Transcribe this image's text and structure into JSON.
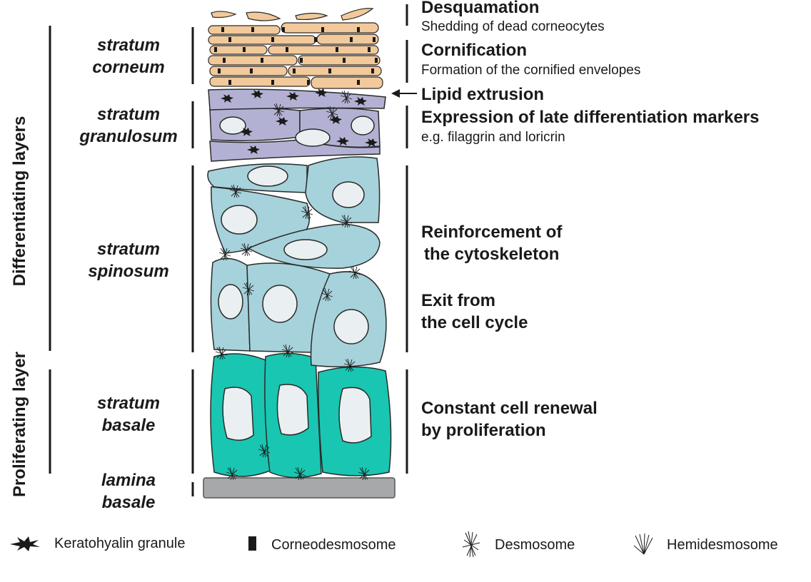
{
  "side_labels": {
    "differentiating": "Differentiating layers",
    "proliferating": "Proliferating layer"
  },
  "layers": [
    {
      "line1": "stratum",
      "line2": "corneum"
    },
    {
      "line1": "stratum",
      "line2": "granulosum"
    },
    {
      "line1": "stratum",
      "line2": "spinosum"
    },
    {
      "line1": "stratum",
      "line2": "basale"
    },
    {
      "line1": "lamina",
      "line2": "basale"
    }
  ],
  "processes": {
    "desquamation": {
      "title": "Desquamation",
      "detail": "Shedding of dead corneocytes"
    },
    "cornification": {
      "title": "Cornification",
      "detail": "Formation of the cornified envelopes"
    },
    "lipid_extrusion": {
      "title": "Lipid extrusion"
    },
    "late_markers": {
      "title": "Expression of late differentiation markers",
      "detail": "e.g. filaggrin and loricrin"
    },
    "cytoskeleton": {
      "line1": "Reinforcement of",
      "line2": "the cytoskeleton"
    },
    "cell_cycle": {
      "line1": "Exit from",
      "line2": "the cell cycle"
    },
    "renewal": {
      "line1": "Constant cell renewal",
      "line2": "by proliferation"
    }
  },
  "legend": [
    {
      "icon": "keratohyalin-granule-icon",
      "label": "Keratohyalin granule"
    },
    {
      "icon": "corneodesmosome-icon",
      "label": "Corneodesmosome"
    },
    {
      "icon": "desmosome-icon",
      "label": "Desmosome"
    },
    {
      "icon": "hemidesmosome-icon",
      "label": "Hemidesmosome"
    }
  ],
  "colors": {
    "corneum": "#f2c99a",
    "granulosum": "#b3b1d3",
    "spinosum": "#a6d2db",
    "basale": "#19c6b1",
    "lamina": "#a6a8a9",
    "nucleus": "#eaeff1",
    "outline": "#2a2a2a"
  }
}
